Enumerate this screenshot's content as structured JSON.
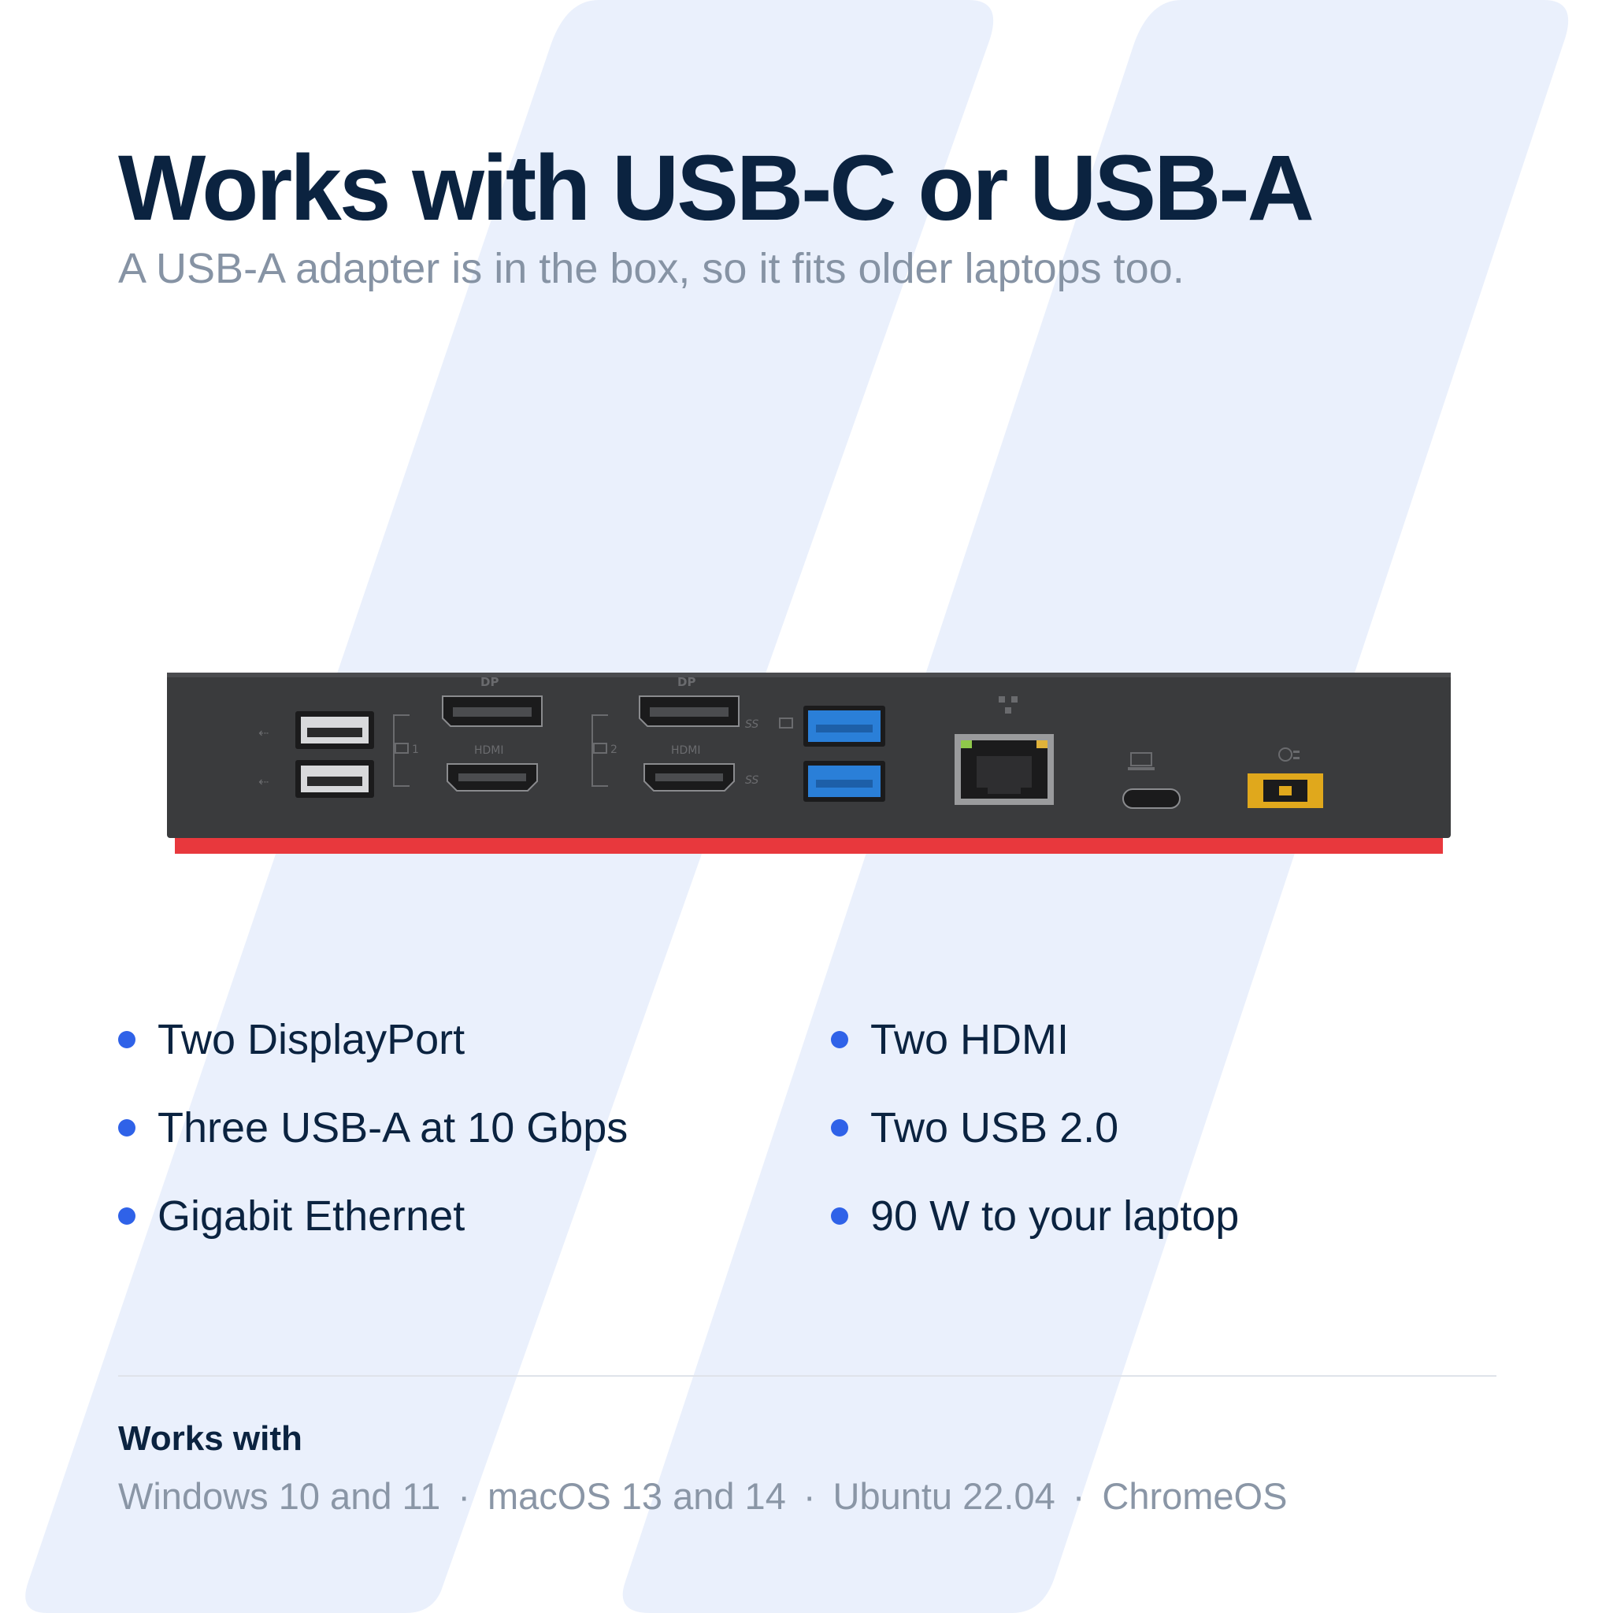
{
  "headline": "Works with USB-C or USB-A",
  "subline": "A USB-A adapter is in the box, so it fits older laptops too.",
  "dock_image": {
    "marks": [
      "DP",
      "DP",
      "HDMI",
      "HDMI",
      "1",
      "2",
      "SS"
    ],
    "colors": {
      "body": "#3a3b3d",
      "accent_strip": "#e8383d",
      "usb3_port": "#2a7fd8",
      "power_port": "#e0a81c"
    }
  },
  "features": [
    {
      "label": "Two DisplayPort"
    },
    {
      "label": "Two HDMI"
    },
    {
      "label": "Three USB-A at 10 Gbps"
    },
    {
      "label": "Two USB 2.0"
    },
    {
      "label": "Gigabit Ethernet"
    },
    {
      "label": "90 W to your laptop"
    }
  ],
  "compat": {
    "title": "Works with",
    "items": [
      "Windows 10 and 11",
      "macOS 13 and 14",
      "Ubuntu 22.04",
      "ChromeOS"
    ],
    "separator": "·"
  },
  "colors": {
    "headline": "#0b2340",
    "muted": "#8693a4",
    "bullet": "#2f62e8",
    "stripe": "#eaf0fc"
  }
}
